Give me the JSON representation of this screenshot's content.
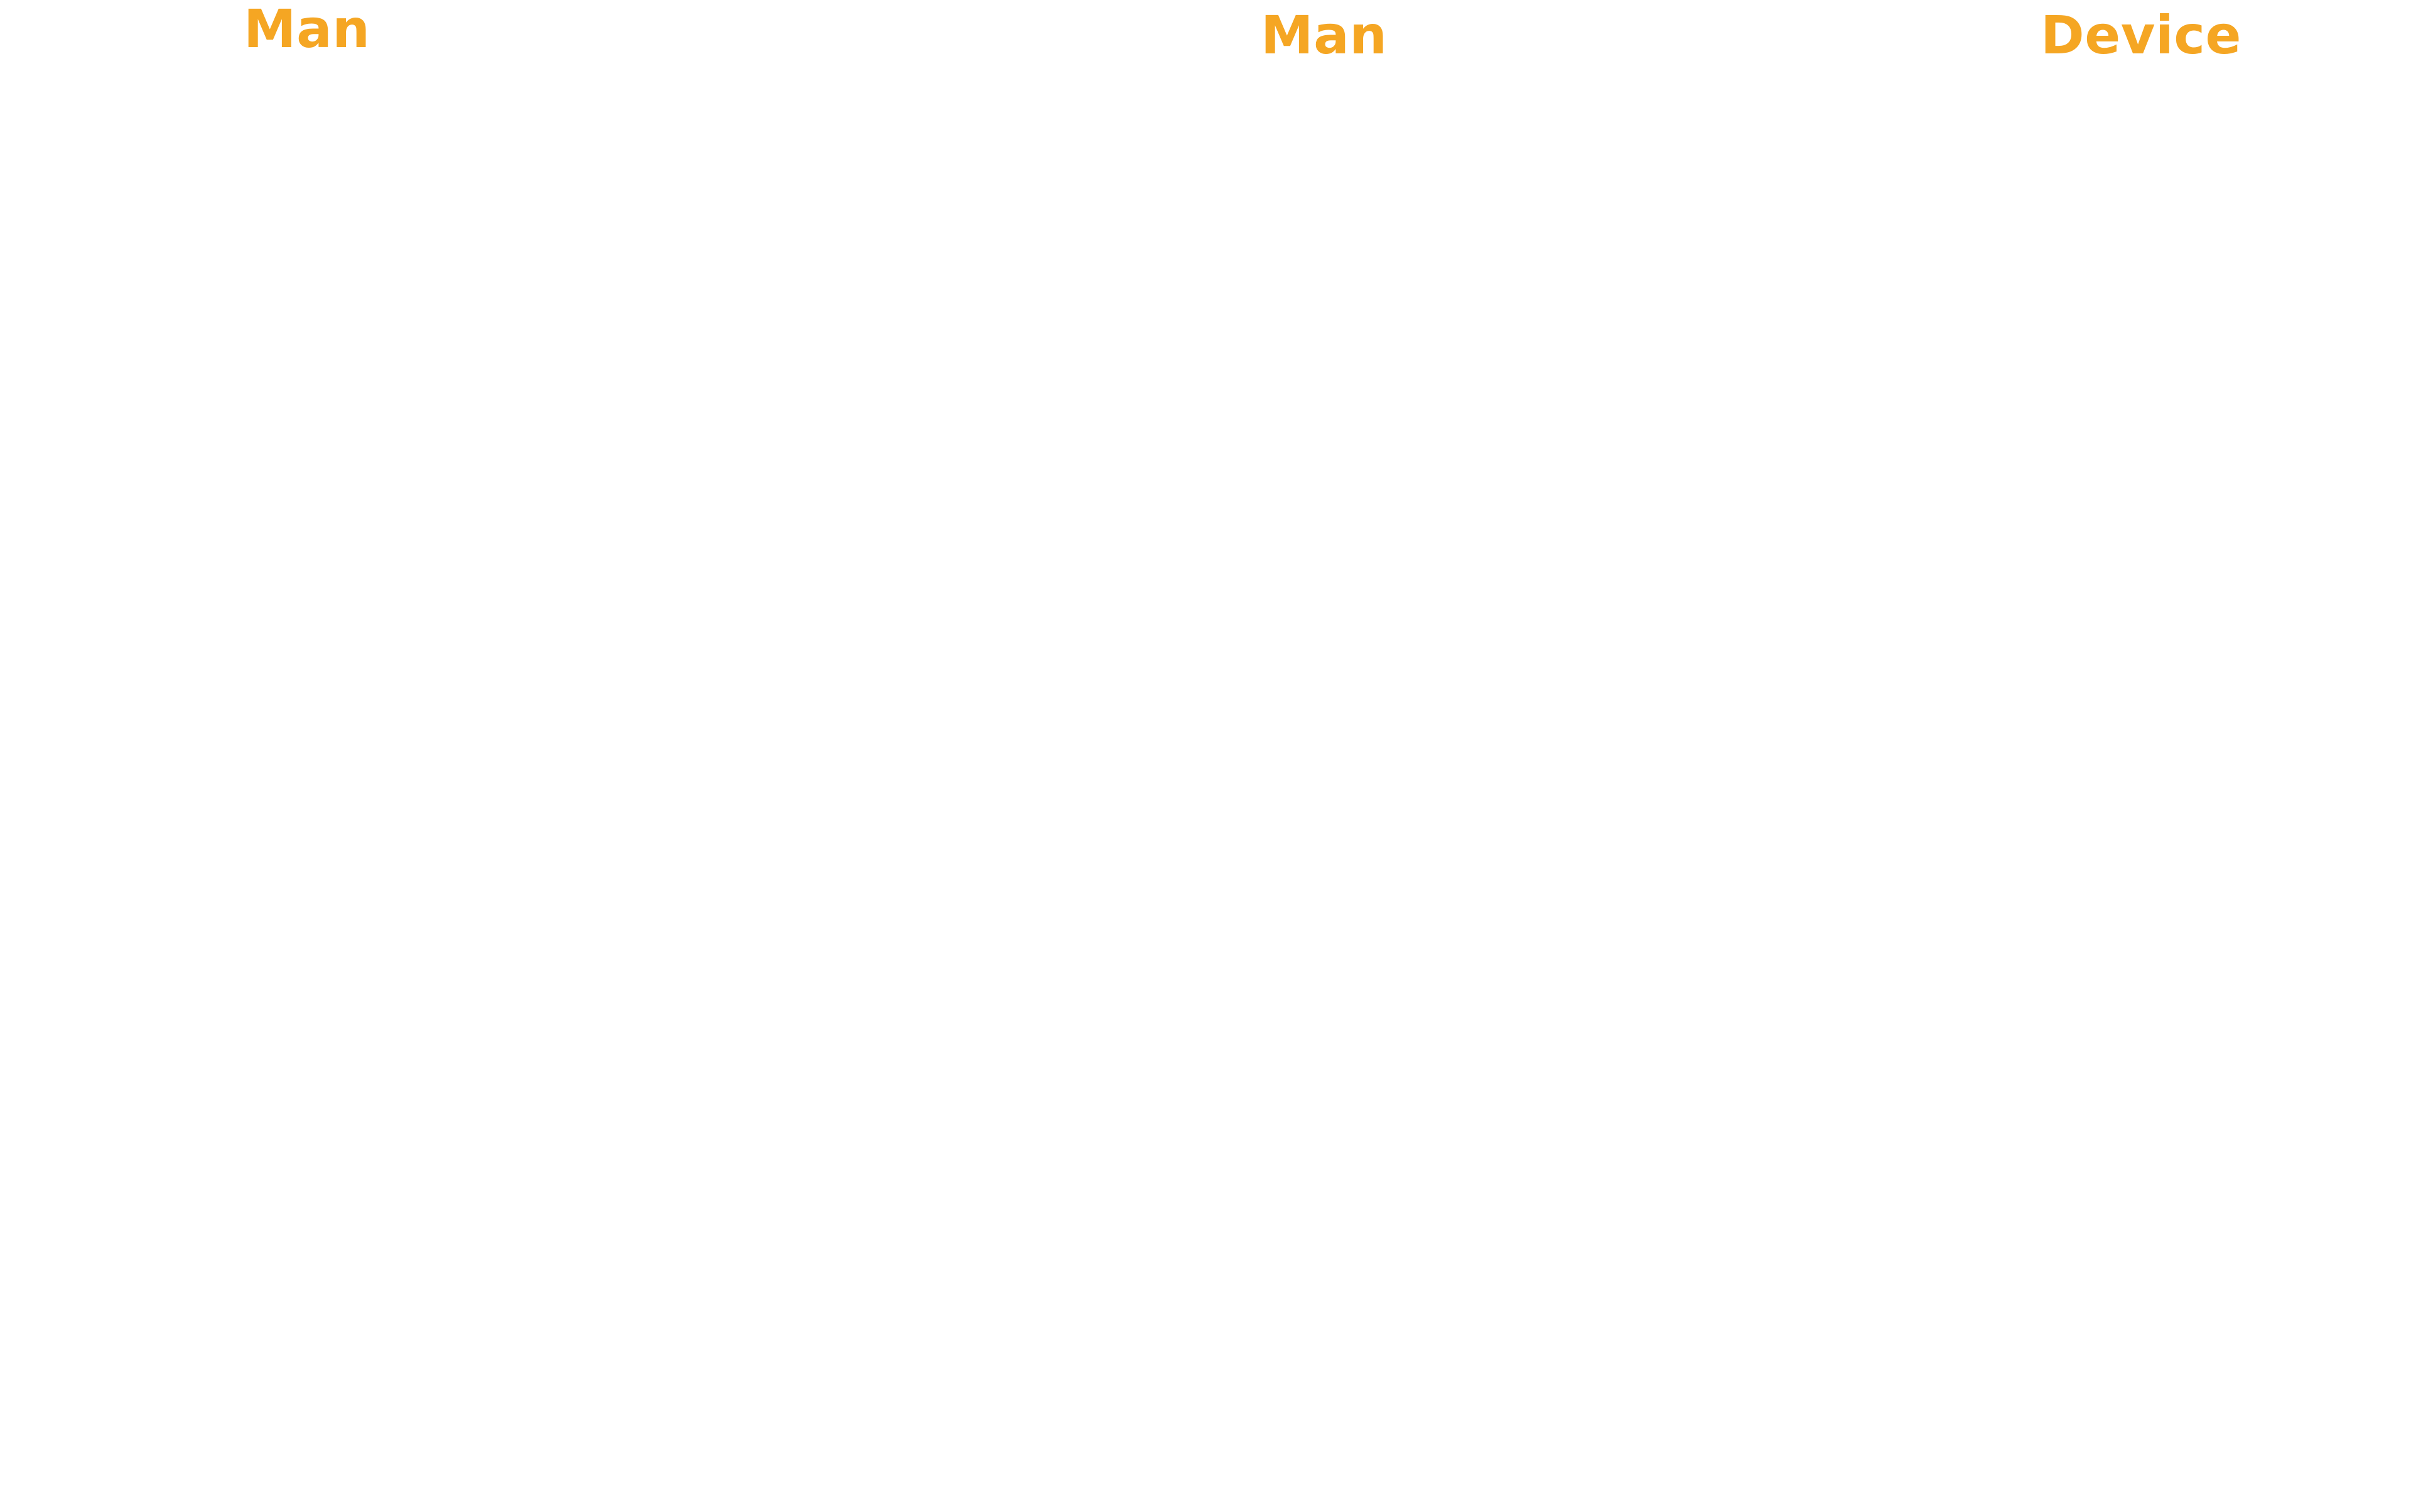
{
  "colors": {
    "background": "#ffffff",
    "label": "#F5A623"
  },
  "labels": {
    "left": "Man",
    "center": "Man",
    "right": "Device"
  }
}
